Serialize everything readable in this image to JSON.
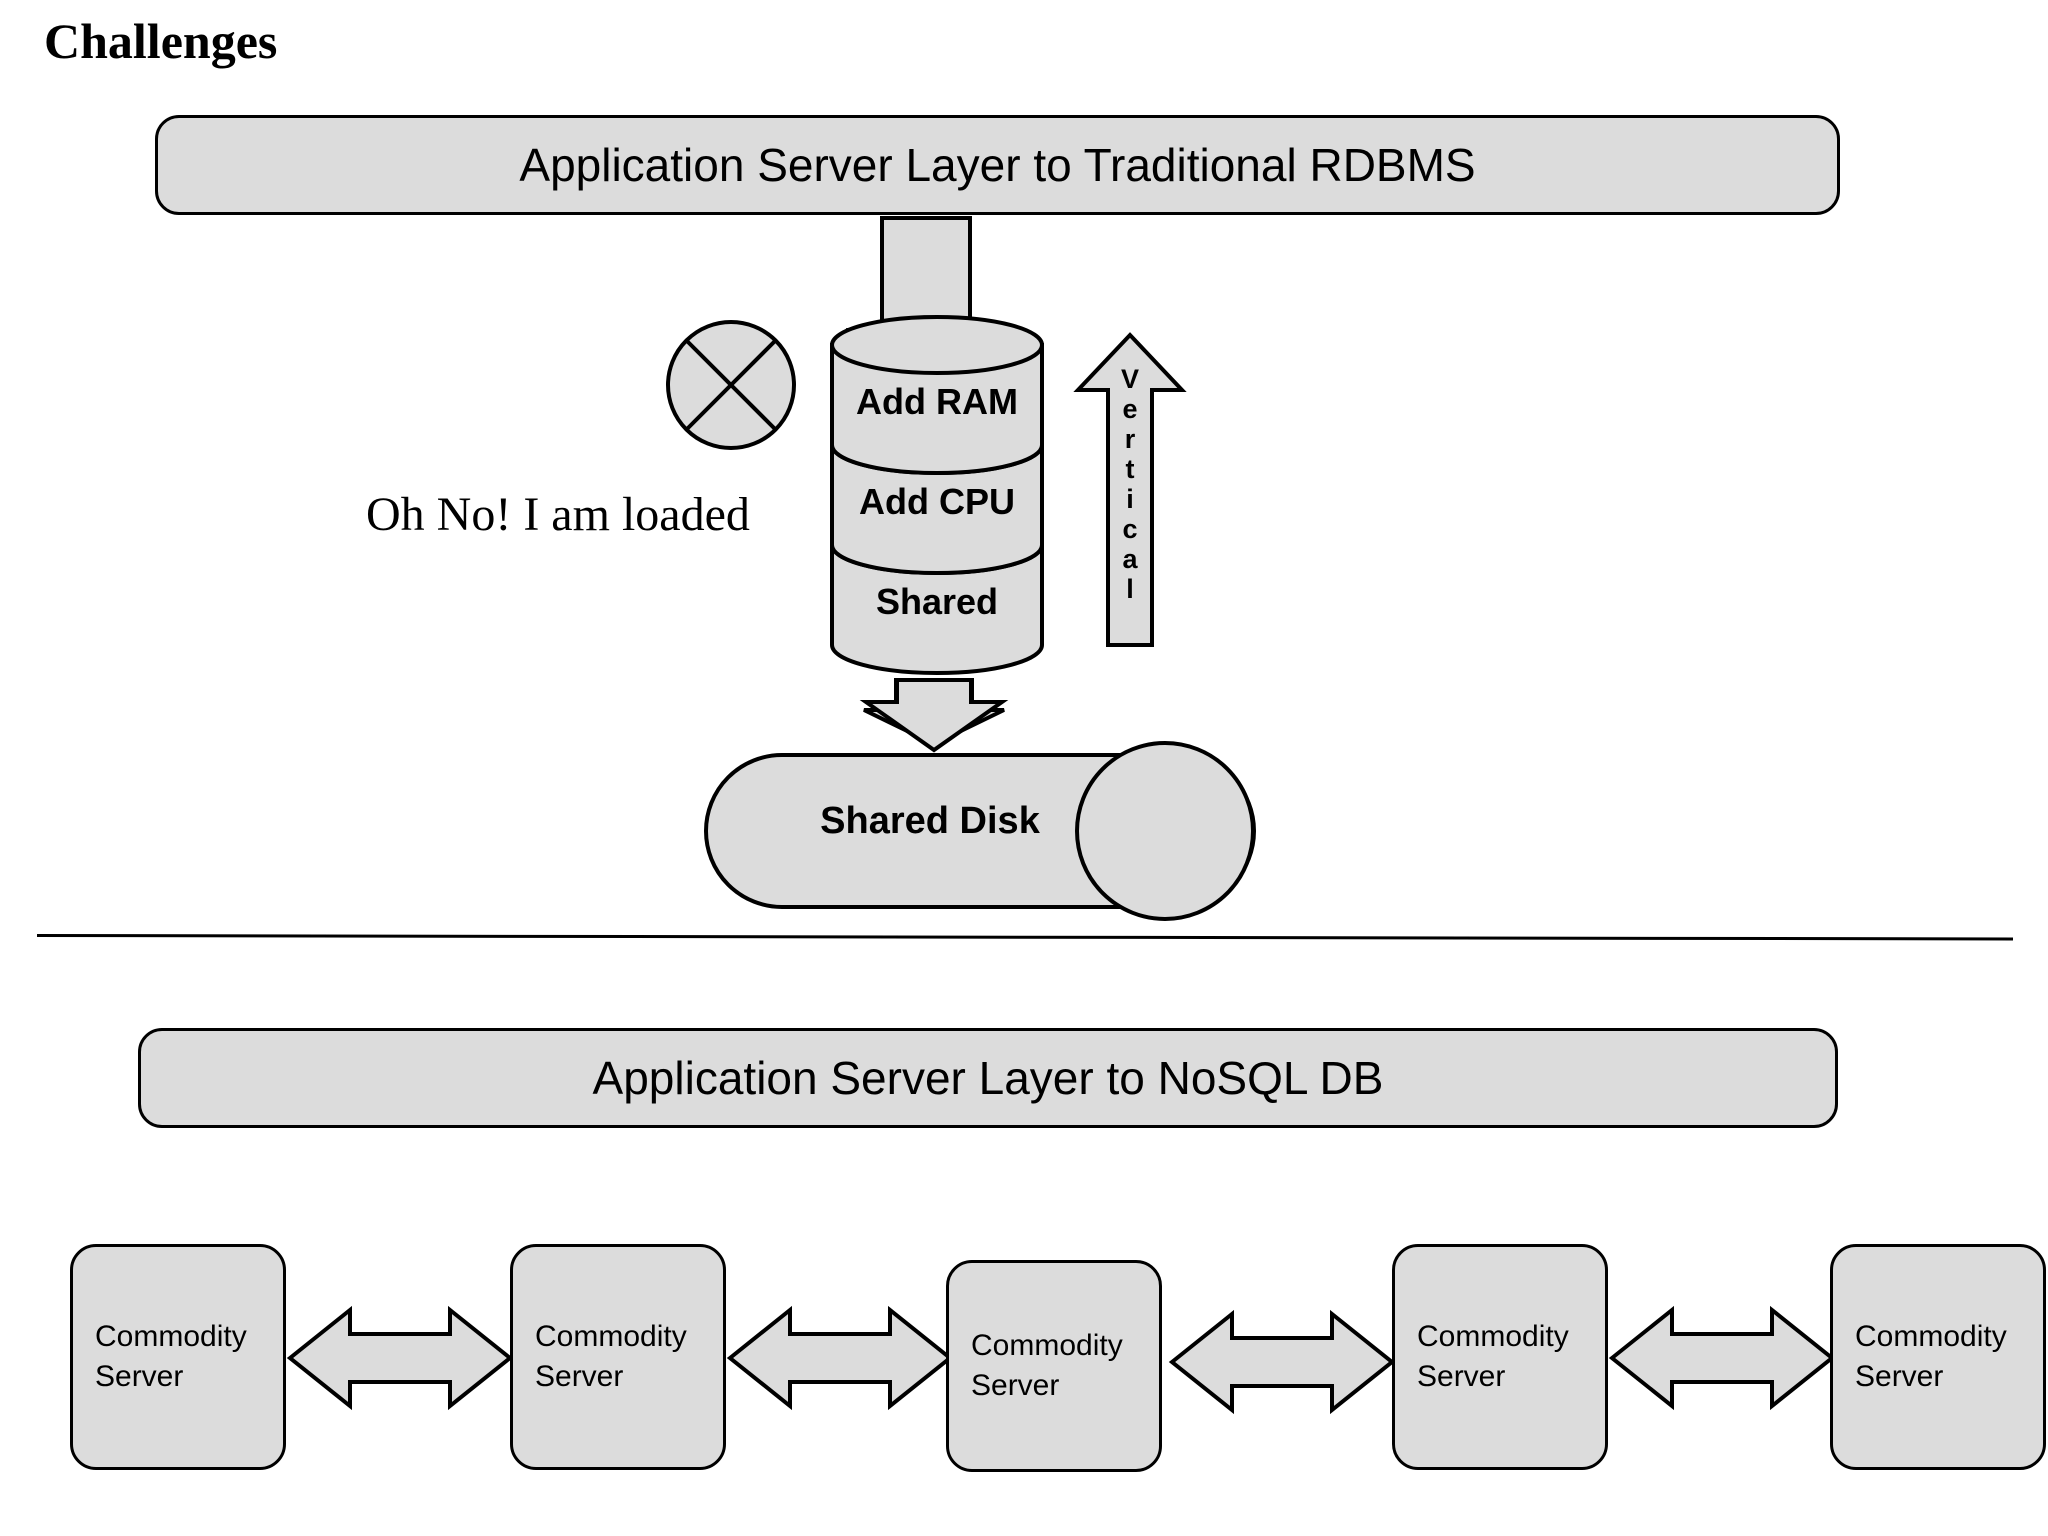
{
  "page": {
    "title": "Challenges",
    "background": "#ffffff",
    "shape_fill": "#dcdcdc",
    "stroke": "#000000"
  },
  "top_section": {
    "banner": {
      "label": "Application Server Layer to Traditional RDBMS"
    },
    "down_arrow_top": {
      "icon": "arrow-down-icon"
    },
    "overload_circle": {
      "icon": "crossed-circle-icon"
    },
    "note": "Oh No! I am loaded",
    "database_cylinder": {
      "segments": [
        {
          "label": "Add RAM"
        },
        {
          "label": "Add CPU"
        },
        {
          "label": "Shared"
        }
      ]
    },
    "scaling_arrow": {
      "icon": "arrow-up-icon",
      "label": "Vertical",
      "letters": [
        "V",
        "e",
        "r",
        "t",
        "i",
        "c",
        "a",
        "l"
      ]
    },
    "down_arrow_bottom": {
      "icon": "arrow-down-icon"
    },
    "shared_disk": {
      "label": "Shared Disk",
      "icon": "disk-cylinder-icon"
    }
  },
  "divider": {
    "present": true
  },
  "bottom_section": {
    "banner": {
      "label": "Application Server Layer to NoSQL DB"
    },
    "servers": [
      {
        "label": "Commodity\nServer"
      },
      {
        "label": "Commodity\nServer"
      },
      {
        "label": "Commodity\nServer"
      },
      {
        "label": "Commodity\nServer"
      },
      {
        "label": "Commodity\nServer"
      }
    ],
    "connectors": [
      {
        "icon": "double-arrow-horizontal-icon"
      },
      {
        "icon": "double-arrow-horizontal-icon"
      },
      {
        "icon": "double-arrow-horizontal-icon"
      },
      {
        "icon": "double-arrow-horizontal-icon"
      }
    ]
  }
}
